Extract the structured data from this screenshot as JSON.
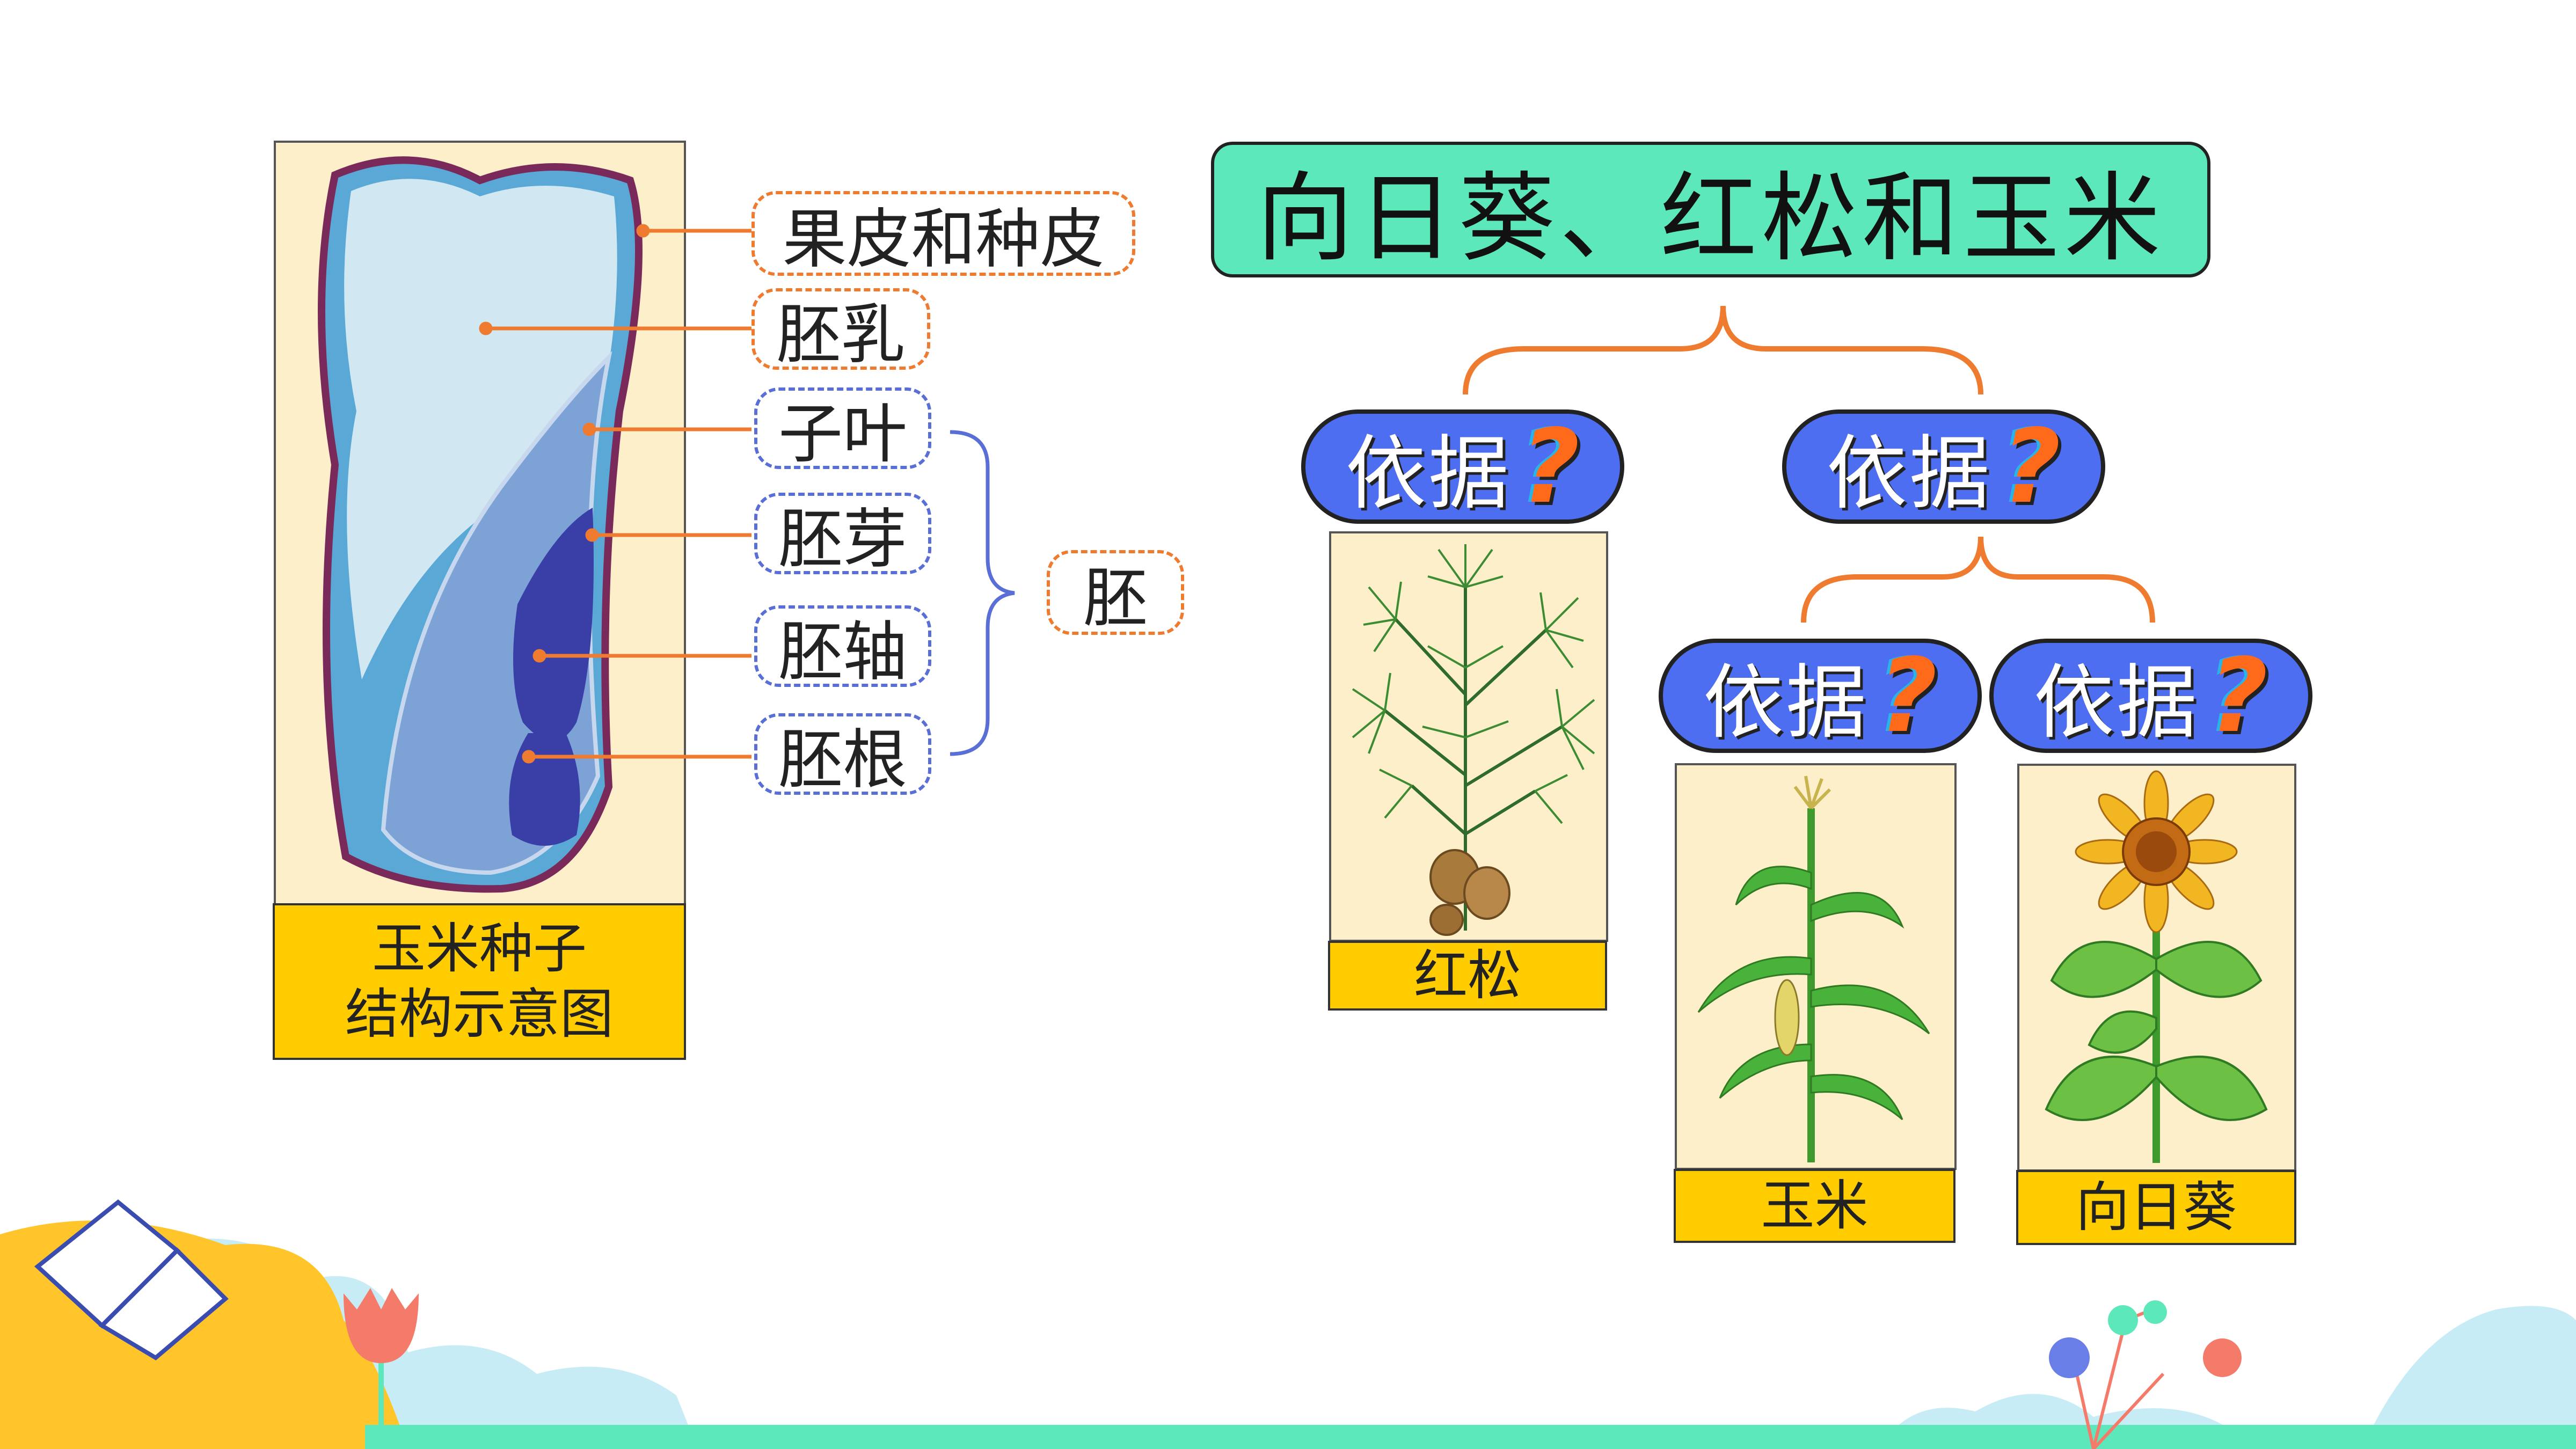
{
  "title": "向日葵、红松和玉米",
  "seed": {
    "caption_line1": "玉米种子",
    "caption_line2": "结构示意图",
    "labels": {
      "pericarp": "果皮和种皮",
      "endosperm": "胚乳",
      "cotyledon": "子叶",
      "plumule": "胚芽",
      "hypocotyl": "胚轴",
      "radicle": "胚根",
      "embryo": "胚"
    }
  },
  "tree": {
    "basis_label": "依据",
    "question_mark": "?",
    "plants": {
      "pine": "红松",
      "corn": "玉米",
      "sunflower": "向日葵"
    }
  },
  "colors": {
    "title_bg": "#5de8bb",
    "pill_bg": "#4d6ef0",
    "caption_bg": "#ffcc00",
    "connector": "#ee7b2f",
    "embryo_brace": "#5a6fd6"
  }
}
